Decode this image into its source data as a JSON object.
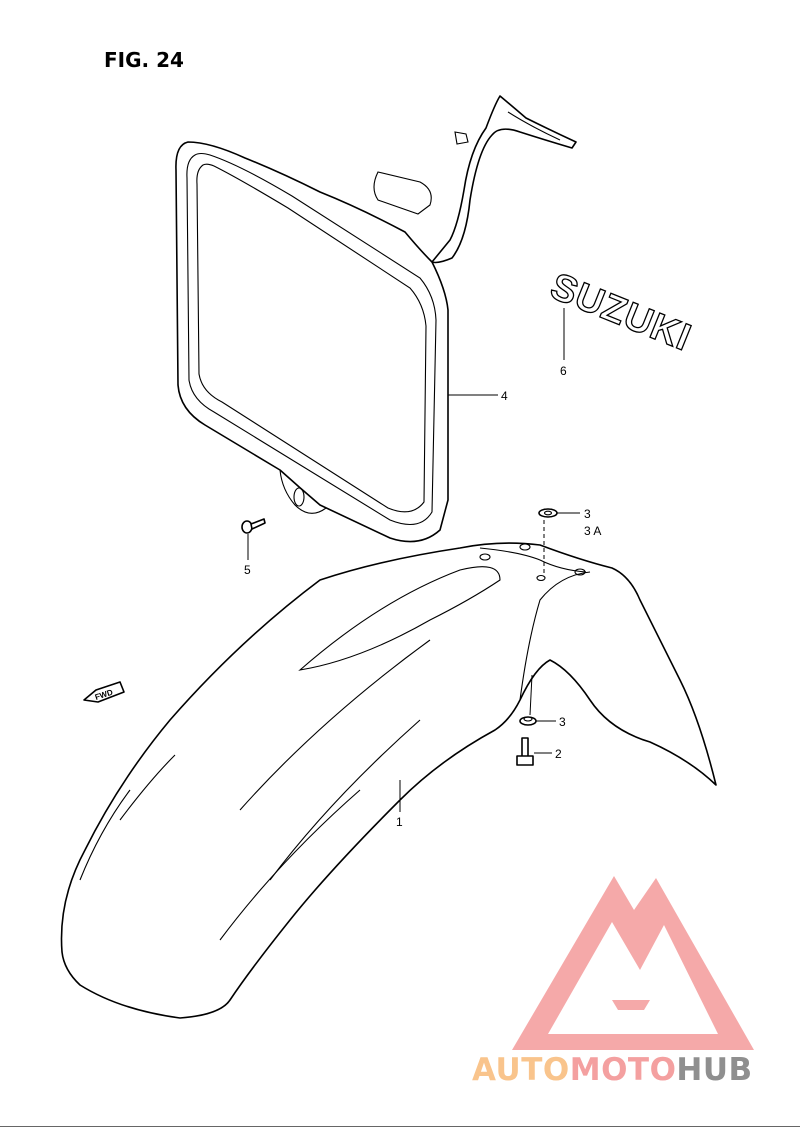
{
  "figure": {
    "title": "FIG. 24"
  },
  "decal": {
    "text": "SUZUKI"
  },
  "direction_marker": {
    "label": "FWD"
  },
  "callouts": [
    {
      "id": "1",
      "label": "1"
    },
    {
      "id": "2",
      "label": "2"
    },
    {
      "id": "3a",
      "label": "3"
    },
    {
      "id": "3b",
      "label": "3 A"
    },
    {
      "id": "3c",
      "label": "3"
    },
    {
      "id": "4",
      "label": "4"
    },
    {
      "id": "5",
      "label": "5"
    },
    {
      "id": "6",
      "label": "6"
    }
  ],
  "watermark": {
    "part1": "AUTO",
    "part2": "MOTO",
    "part3": "HUB",
    "colors": {
      "auto": "#f9c48c",
      "moto": "#f4a0a0",
      "hub": "#8f8f8f",
      "logo": "#f4a0a0"
    }
  }
}
